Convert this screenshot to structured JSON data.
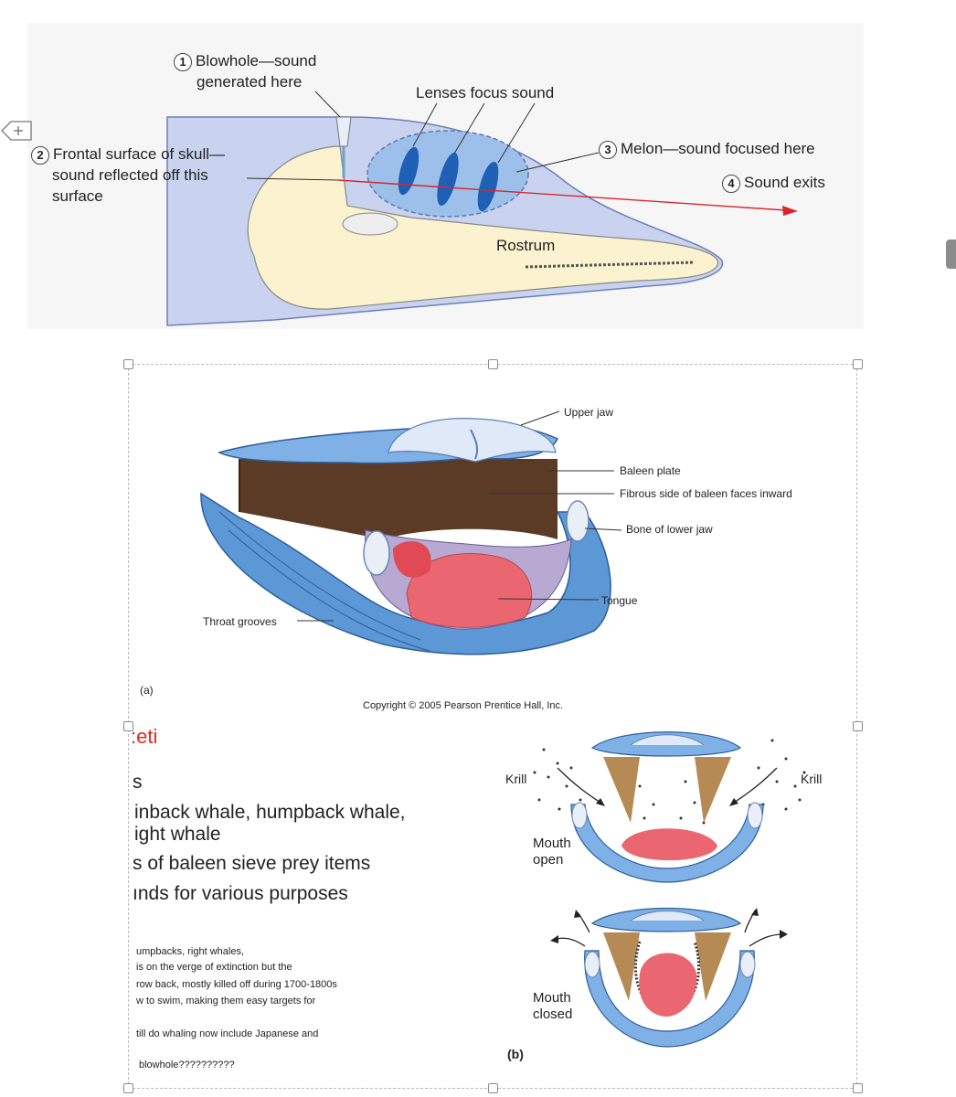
{
  "top_diagram": {
    "labels": {
      "blowhole_num": "1",
      "blowhole_line1": "Blowhole—sound",
      "blowhole_line2": "generated here",
      "lenses": "Lenses focus sound",
      "frontal_num": "2",
      "frontal_line1": "Frontal surface of skull—",
      "frontal_line2": "sound reflected off this",
      "frontal_line3": "surface",
      "melon_num": "3",
      "melon": "Melon—sound focused here",
      "exits_num": "4",
      "exits": "Sound exits",
      "rostrum": "Rostrum"
    }
  },
  "baleen_diagram": {
    "labels": {
      "upper_jaw": "Upper jaw",
      "baleen_plate": "Baleen plate",
      "fibrous_side": "Fibrous side of baleen faces inward",
      "bone_lower_jaw": "Bone of lower jaw",
      "tongue": "Tongue",
      "throat_grooves": "Throat grooves",
      "panel_a": "(a)",
      "copyright": "Copyright © 2005 Pearson Prentice Hall, Inc."
    }
  },
  "feeding_diagram": {
    "labels": {
      "krill_left": "Krill",
      "krill_right": "Krill",
      "mouth_open_1": "Mouth",
      "mouth_open_2": "open",
      "mouth_closed_1": "Mouth",
      "mouth_closed_2": "closed",
      "panel_b": "(b)"
    }
  },
  "slide": {
    "title_fragment": ":eti",
    "bullets": [
      "s",
      "inback whale, humpback whale,",
      "ight whale",
      "s of baleen sieve prey items",
      "ınds for various purposes"
    ],
    "notes": [
      "umpbacks, right whales,",
      "is on the verge of extinction but the",
      "row back, mostly killed off during 1700-1800s",
      "w to swim, making them easy targets for",
      "till do whaling now include Japanese and",
      "blowhole??????????"
    ]
  },
  "colors": {
    "head_blue": "#c9d3ef",
    "skull": "#fbf2cf",
    "lens": "#1f5fb5",
    "melon": "#9cc0ea",
    "arrow_red": "#d8262b",
    "jaw_blue": "#5c97d6",
    "baleen": "#5b3b26",
    "tongue": "#ea6772",
    "title_red": "#e8251b"
  }
}
